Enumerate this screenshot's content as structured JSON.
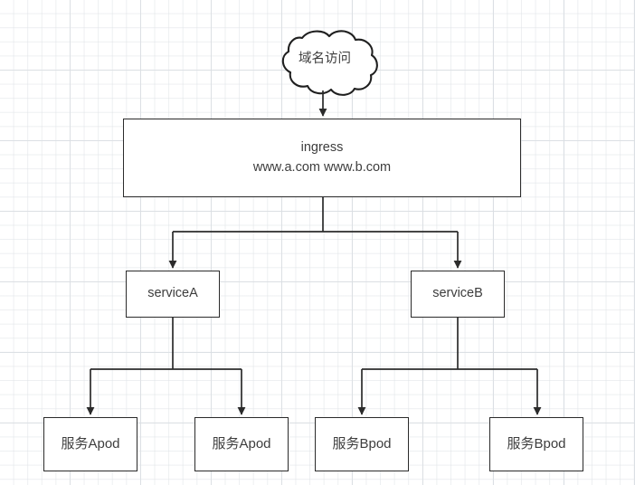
{
  "diagram": {
    "title": "ingress-architecture-diagram",
    "background": {
      "grid_color": "#dee2e6",
      "major_grid_color": "#cdd2d8",
      "page_color": "#ffffff"
    },
    "style": {
      "stroke": "#2b2b2b",
      "text_color": "#3d3d3d",
      "fill": "#ffffff"
    },
    "cloud": {
      "label": "域名访问"
    },
    "ingress": {
      "title": "ingress",
      "hosts": "www.a.com    www.b.com"
    },
    "services": [
      {
        "label": "serviceA"
      },
      {
        "label": "serviceB"
      }
    ],
    "pods": [
      {
        "label": "服务Apod"
      },
      {
        "label": "服务Apod"
      },
      {
        "label": "服务Bpod"
      },
      {
        "label": "服务Bpod"
      }
    ]
  }
}
